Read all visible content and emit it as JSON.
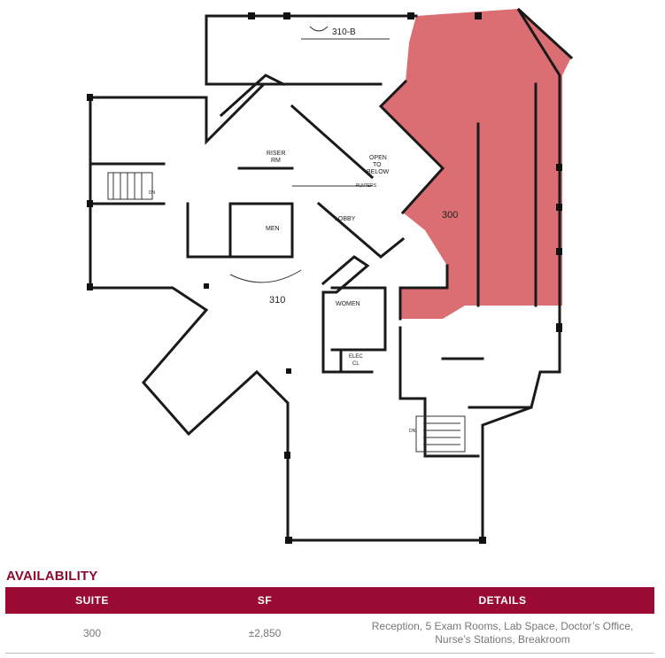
{
  "colors": {
    "highlight": "#d55a5e",
    "header_bg": "#9b0a33",
    "title": "#8c0a2e"
  },
  "floorplan": {
    "highlighted_suite": "300",
    "labels": {
      "suite_310b": "310-B",
      "suite_300": "300",
      "suite_310": "310",
      "riser_1": "RISER",
      "riser_2": "RM",
      "open_1": "OPEN",
      "open_2": "TO",
      "open_3": "BELOW",
      "planters": "PLNTERS",
      "lobby": "LOBBY",
      "men": "MEN",
      "women": "WOMEN",
      "elec_1": "ELEC",
      "elec_2": "CL",
      "dn_1": "DN",
      "dn_2": "DN"
    }
  },
  "availability": {
    "title": "AVAILABILITY",
    "headers": {
      "suite": "SUITE",
      "sf": "SF",
      "details": "DETAILS"
    },
    "rows": [
      {
        "suite": "300",
        "sf": "±2,850",
        "details_line1": "Reception, 5 Exam Rooms, Lab Space, Doctor’s Office,",
        "details_line2": "Nurse’s Stations, Breakroom"
      }
    ]
  }
}
